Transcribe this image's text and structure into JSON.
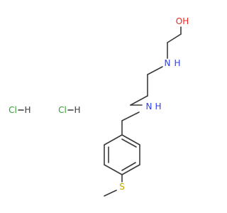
{
  "molecule": {
    "atoms": {
      "OH": "OH",
      "N_upper": "N",
      "H_upper": "H",
      "N_lower": "N",
      "H_lower": "H",
      "S": "S",
      "HCl_1": "Cl",
      "HCl_1_H": "H",
      "HCl_2": "Cl",
      "HCl_2_H": "H"
    },
    "colors": {
      "bond": "#3a3a3a",
      "oxygen": "#e8251f",
      "nitrogen": "#2a3ff0",
      "sulfur": "#c8a400",
      "chlorine": "#2f9e2f",
      "hydrogen": "#3a3a3a"
    }
  }
}
